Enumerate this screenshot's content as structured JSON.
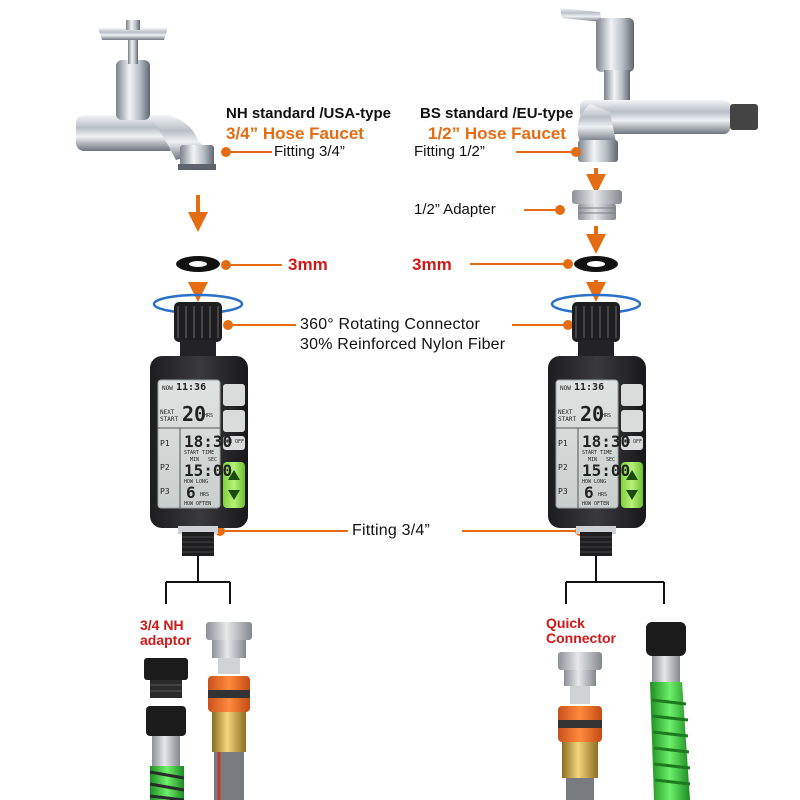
{
  "left_faucet": {
    "standard": "NH standard /USA-type",
    "faucet_size": "3/4” Hose Faucet",
    "fitting": "Fitting 3/4”"
  },
  "right_faucet": {
    "standard": "BS standard /EU-type",
    "faucet_size": "1/2” Hose Faucet",
    "fitting": "Fitting 1/2”",
    "adapter": "1/2” Adapter"
  },
  "washer_thickness": "3mm",
  "connector": {
    "line1": "360° Rotating Connector",
    "line2": "30% Reinforced Nylon Fiber"
  },
  "outlet_fitting": "Fitting 3/4”",
  "left_accessories": {
    "adaptor_line1": "3/4 NH",
    "adaptor_line2": "adaptor"
  },
  "right_accessories": {
    "connector_line1": "Quick",
    "connector_line2": "Connector"
  },
  "lcd": {
    "now": "NOW",
    "clock": "11:36",
    "next_start": "NEXT",
    "next_start2": "START",
    "next_value": "20",
    "next_unit": "HRS",
    "p1": "P1",
    "p2": "P2",
    "p3": "P3",
    "start_time_value": "18:30",
    "start_time_label": "START TIME",
    "how_long_value": "15:00",
    "how_long_min": "MIN",
    "how_long_sec": "SEC",
    "how_long_label": "HOW LONG",
    "how_often_value": "6",
    "how_often_unit": "HRS",
    "how_often_label": "HOW OFTEN",
    "on_off": "ON OFF"
  },
  "colors": {
    "accent_orange": "#e46c12",
    "label_red": "#d01818",
    "lcd_green": "#8fe050",
    "hose_green": "#3fcf3f"
  },
  "icons": [
    "faucet-icon",
    "washer-icon",
    "rotate-arrow-icon",
    "timer-icon",
    "hose-icon",
    "arrow-down-icon"
  ]
}
